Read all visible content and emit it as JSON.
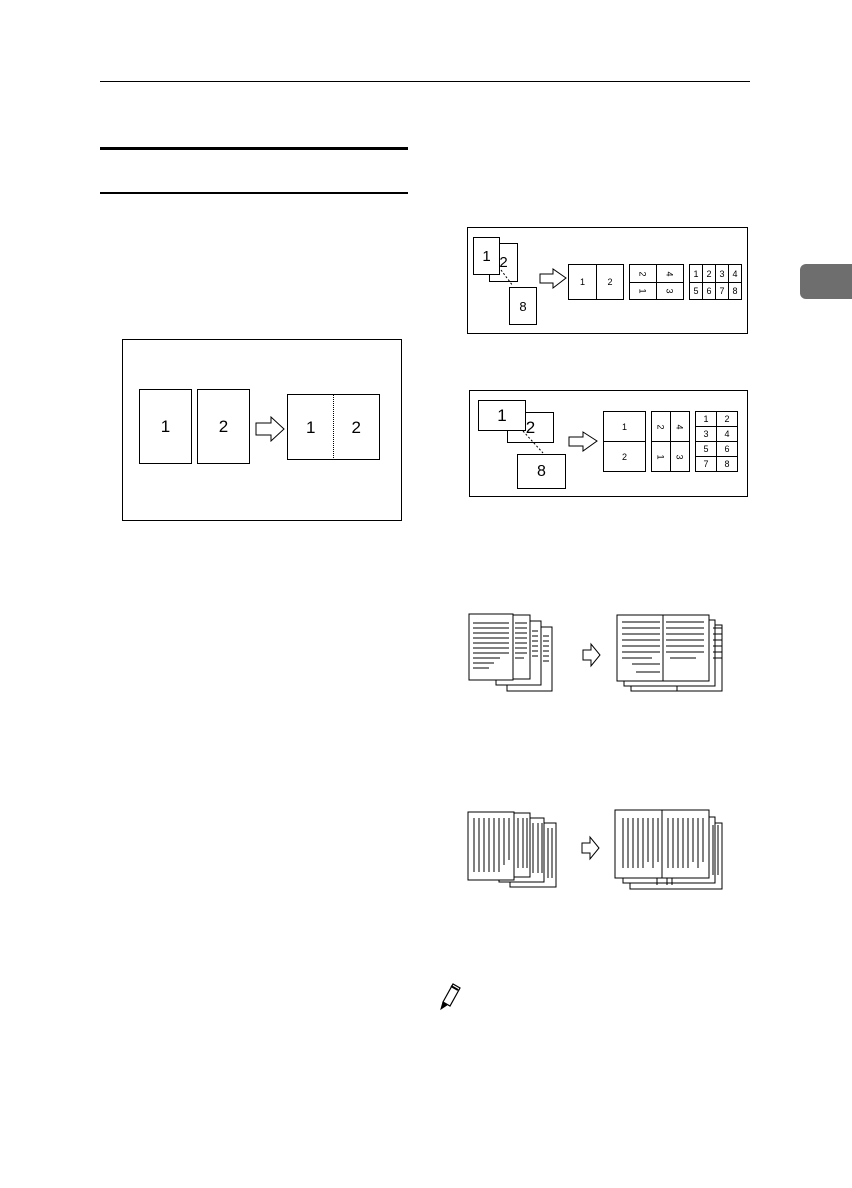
{
  "tab_color": "#6e6e6e",
  "rule_color": "#000000",
  "fig_two_originals": {
    "page1": "1",
    "page2": "2",
    "combined_left": "1",
    "combined_right": "2"
  },
  "fig_portrait_combine": {
    "stack": [
      "1",
      "2",
      "8"
    ],
    "two_up": [
      "1",
      "2"
    ],
    "four_up": [
      "2",
      "4",
      "1",
      "3"
    ],
    "eight_up": [
      "1",
      "2",
      "3",
      "4",
      "5",
      "6",
      "7",
      "8"
    ]
  },
  "fig_landscape_combine": {
    "stack": [
      "1",
      "2",
      "8"
    ],
    "two_up": [
      "1",
      "2"
    ],
    "four_up": [
      "2",
      "4",
      "1",
      "3"
    ],
    "eight_up": [
      "1",
      "2",
      "3",
      "4",
      "5",
      "6",
      "7",
      "8"
    ]
  },
  "icons": {
    "note": "pencil-note-icon",
    "arrow": "right-arrow-icon"
  }
}
